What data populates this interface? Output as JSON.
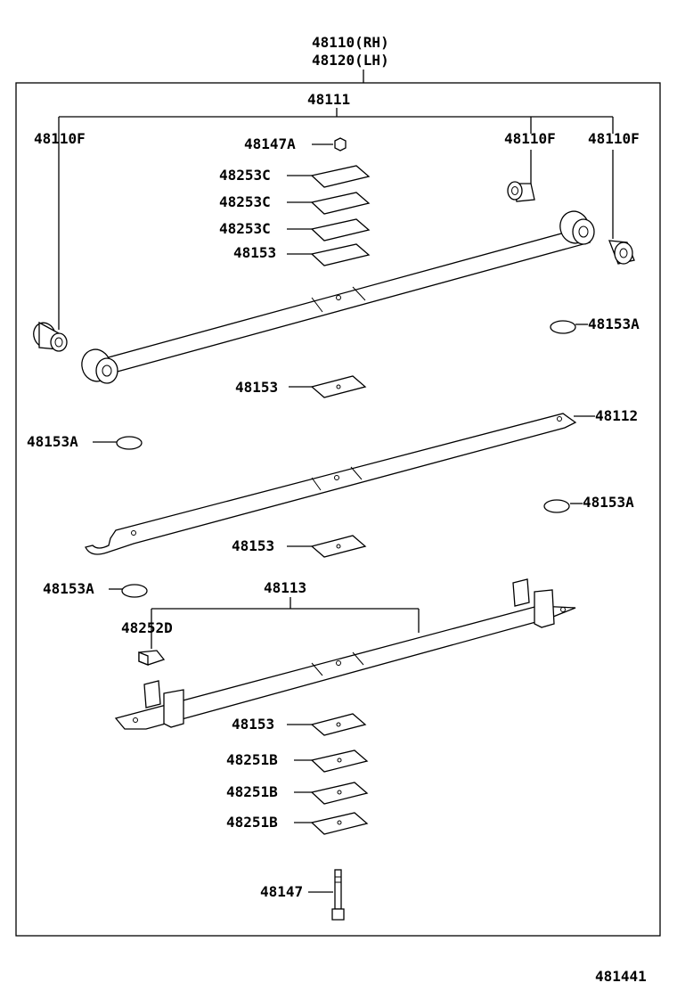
{
  "assembly": {
    "rh": "48110(RH)",
    "lh": "48120(LH)",
    "main_leaf": "48111"
  },
  "labels": {
    "bushing_left": "48110F",
    "bushing_mid": "48110F",
    "bushing_right": "48110F",
    "nut_top": "48147A",
    "spacer_1": "48253C",
    "spacer_2": "48253C",
    "spacer_3": "48253C",
    "liner_top": "48153",
    "pad_right_1": "48153A",
    "liner_2": "48153",
    "pad_left_1": "48153A",
    "leaf_2": "48112",
    "pad_right_2": "48153A",
    "liner_3": "48153",
    "pad_left_2": "48153A",
    "leaf_3": "48113",
    "clip": "48252D",
    "liner_4": "48153",
    "spacer_b1": "48251B",
    "spacer_b2": "48251B",
    "spacer_b3": "48251B",
    "center_bolt": "48147"
  },
  "figure_code": "481441"
}
